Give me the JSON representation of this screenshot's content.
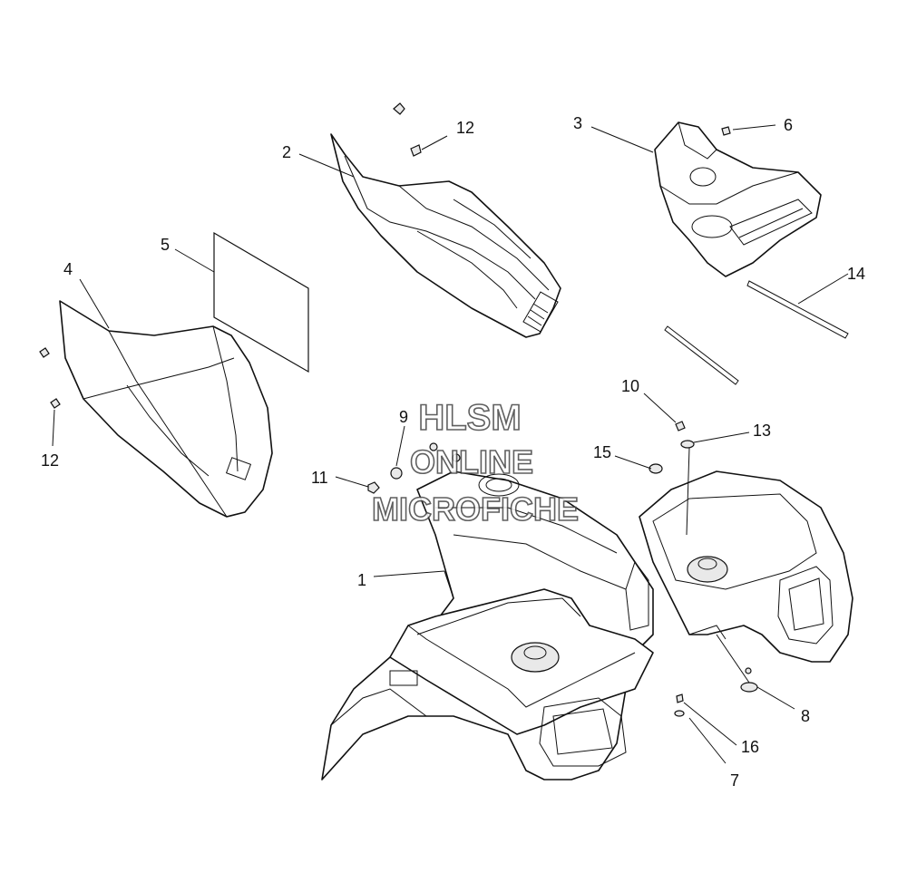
{
  "watermark": {
    "line1": "HLSM",
    "line2": "ONLINE",
    "line3": "MICROFICHE"
  },
  "callouts": {
    "c1": "1",
    "c2": "2",
    "c3": "3",
    "c4": "4",
    "c5": "5",
    "c6": "6",
    "c7": "7",
    "c8": "8",
    "c9": "9",
    "c10": "10",
    "c11": "11",
    "c12a": "12",
    "c12b": "12",
    "c13": "13",
    "c14": "14",
    "c15": "15",
    "c16": "16"
  }
}
